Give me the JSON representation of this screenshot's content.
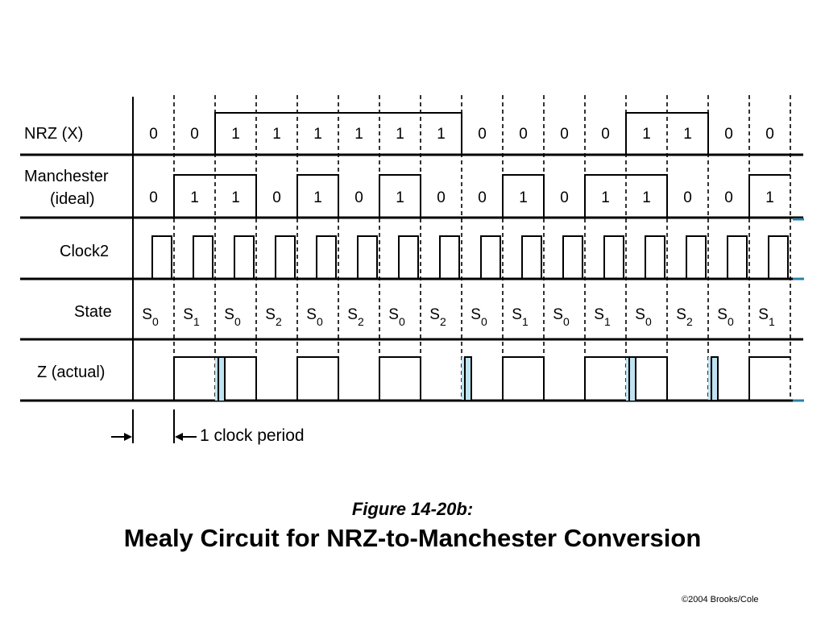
{
  "figure": {
    "label": "Figure 14-20b:",
    "title": "Mealy Circuit for NRZ-to-Manchester Conversion",
    "copyright": "©2004 Brooks/Cole"
  },
  "rows": {
    "nrz": "NRZ (X)",
    "manchester_1": "Manchester",
    "manchester_2": "(ideal)",
    "clock": "Clock2",
    "state": "State",
    "z": "Z (actual)"
  },
  "period_label": "1 clock period",
  "nrz_bits": [
    "0",
    "0",
    "1",
    "1",
    "1",
    "1",
    "1",
    "1",
    "0",
    "0",
    "0",
    "0",
    "1",
    "1",
    "0",
    "0"
  ],
  "manchester_bits": [
    "0",
    "1",
    "1",
    "0",
    "1",
    "0",
    "1",
    "0",
    "0",
    "1",
    "0",
    "1",
    "1",
    "0",
    "0",
    "1"
  ],
  "states": [
    "0",
    "1",
    "0",
    "2",
    "0",
    "2",
    "0",
    "2",
    "0",
    "1",
    "0",
    "1",
    "0",
    "2",
    "0",
    "1"
  ],
  "z_levels": [
    0,
    1,
    1,
    0,
    1,
    0,
    1,
    0,
    0,
    1,
    0,
    1,
    1,
    0,
    0,
    1
  ],
  "colors": {
    "glitch_highlight": "#bfe3f0",
    "teal_tick": "#2a7fa8"
  }
}
